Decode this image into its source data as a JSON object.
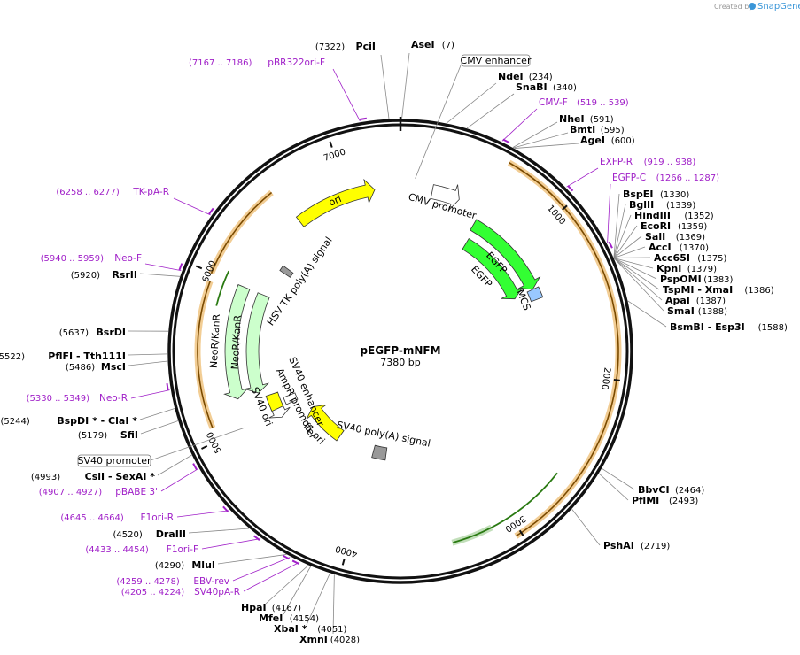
{
  "credit": {
    "prefix": "Created by",
    "brand": "SnapGene"
  },
  "plasmid": {
    "name": "pEGFP-mNFM",
    "length_label": "7380 bp",
    "length": 7380
  },
  "ticks": [
    "1000",
    "2000",
    "3000",
    "4000",
    "5000",
    "6000",
    "7000"
  ],
  "sites": [
    {
      "name": "PciI",
      "pos": "(7322)"
    },
    {
      "name": "AseI",
      "pos": "(7)"
    },
    {
      "name": "NdeI",
      "pos": "(234)"
    },
    {
      "name": "SnaBI",
      "pos": "(340)"
    },
    {
      "name": "NheI",
      "pos": "(591)"
    },
    {
      "name": "BmtI",
      "pos": "(595)"
    },
    {
      "name": "AgeI",
      "pos": "(600)"
    },
    {
      "name": "BspEI",
      "pos": "(1330)"
    },
    {
      "name": "BglII",
      "pos": "(1339)"
    },
    {
      "name": "HindIII",
      "pos": "(1352)"
    },
    {
      "name": "EcoRI",
      "pos": "(1359)"
    },
    {
      "name": "SalI",
      "pos": "(1369)"
    },
    {
      "name": "AccI",
      "pos": "(1370)"
    },
    {
      "name": "Acc65I",
      "pos": "(1375)"
    },
    {
      "name": "KpnI",
      "pos": "(1379)"
    },
    {
      "name": "PspOMI",
      "pos": "(1383)"
    },
    {
      "name": "TspMI - XmaI",
      "pos": "(1386)"
    },
    {
      "name": "ApaI",
      "pos": "(1387)"
    },
    {
      "name": "SmaI",
      "pos": "(1388)"
    },
    {
      "name": "BsmBI - Esp3I",
      "pos": "(1588)"
    },
    {
      "name": "BbvCI",
      "pos": "(2464)"
    },
    {
      "name": "PflMI",
      "pos": "(2493)"
    },
    {
      "name": "PshAI",
      "pos": "(2719)"
    },
    {
      "name": "XmnI",
      "pos": "(4028)"
    },
    {
      "name": "XbaI *",
      "pos": "(4051)"
    },
    {
      "name": "MfeI",
      "pos": "(4154)"
    },
    {
      "name": "HpaI",
      "pos": "(4167)"
    },
    {
      "name": "MluI",
      "pos": "(4290)"
    },
    {
      "name": "DraIII",
      "pos": "(4520)"
    },
    {
      "name": "CsiI - SexAI *",
      "pos": "(4993)"
    },
    {
      "name": "SfiI",
      "pos": "(5179)"
    },
    {
      "name": "BspDI * - ClaI *",
      "pos": "(5244)"
    },
    {
      "name": "MscI",
      "pos": "(5486)"
    },
    {
      "name": "PflFI - Tth111I",
      "pos": "(5522)"
    },
    {
      "name": "BsrDI",
      "pos": "(5637)"
    },
    {
      "name": "RsrII",
      "pos": "(5920)"
    }
  ],
  "primers": [
    {
      "name": "pBR322ori-F",
      "pos": "(7167 .. 7186)"
    },
    {
      "name": "CMV-F",
      "pos": "(519 .. 539)"
    },
    {
      "name": "EXFP-R",
      "pos": "(919 .. 938)"
    },
    {
      "name": "EGFP-C",
      "pos": "(1266 .. 1287)"
    },
    {
      "name": "TK-pA-R",
      "pos": "(6258 .. 6277)"
    },
    {
      "name": "Neo-F",
      "pos": "(5940 .. 5959)"
    },
    {
      "name": "Neo-R",
      "pos": "(5330 .. 5349)"
    },
    {
      "name": "pBABE 3'",
      "pos": "(4907 .. 4927)"
    },
    {
      "name": "F1ori-R",
      "pos": "(4645 .. 4664)"
    },
    {
      "name": "F1ori-F",
      "pos": "(4433 .. 4454)"
    },
    {
      "name": "EBV-rev",
      "pos": "(4259 .. 4278)"
    },
    {
      "name": "SV40pA-R",
      "pos": "(4205 .. 4224)"
    }
  ],
  "boxed_features": [
    {
      "name": "CMV enhancer"
    },
    {
      "name": "SV40 promoter"
    }
  ],
  "features": [
    {
      "name": "CMV promoter",
      "start": 230,
      "end": 433
    },
    {
      "name": "EGFP",
      "start": 613,
      "end": 1329
    },
    {
      "name": "MCS",
      "start": 1330,
      "end": 1417
    },
    {
      "name": "EGFP",
      "start": 640,
      "end": 1339
    },
    {
      "name": "SV40 poly(A) signal",
      "start": 3853,
      "end": 4000
    },
    {
      "name": "f1 ori",
      "start": 4418,
      "end": 4873
    },
    {
      "name": "AmpR promoter",
      "start": 4940,
      "end": 5044
    },
    {
      "name": "SV40 ori",
      "start": 5023,
      "end": 5158
    },
    {
      "name": "SV40 enhancer",
      "start": 5023,
      "end": 5094
    },
    {
      "name": "NeoR/KanR",
      "start": 5200,
      "end": 5994
    },
    {
      "name": "NeoR/KanR",
      "start": 5200,
      "end": 5994
    },
    {
      "name": "HSV TK poly(A) signal",
      "start": 6230,
      "end": 6277
    },
    {
      "name": "ori",
      "start": 6606,
      "end": 7195
    }
  ],
  "colors": {
    "egfp": "#33ff33",
    "mcs": "#99c8ff",
    "ori": "#ffff00",
    "neo": "#ccffcc",
    "polyA": "#999999",
    "primer": "#a020c8",
    "orf": "#e8a43c",
    "orf_line": "#3a8a1a"
  }
}
